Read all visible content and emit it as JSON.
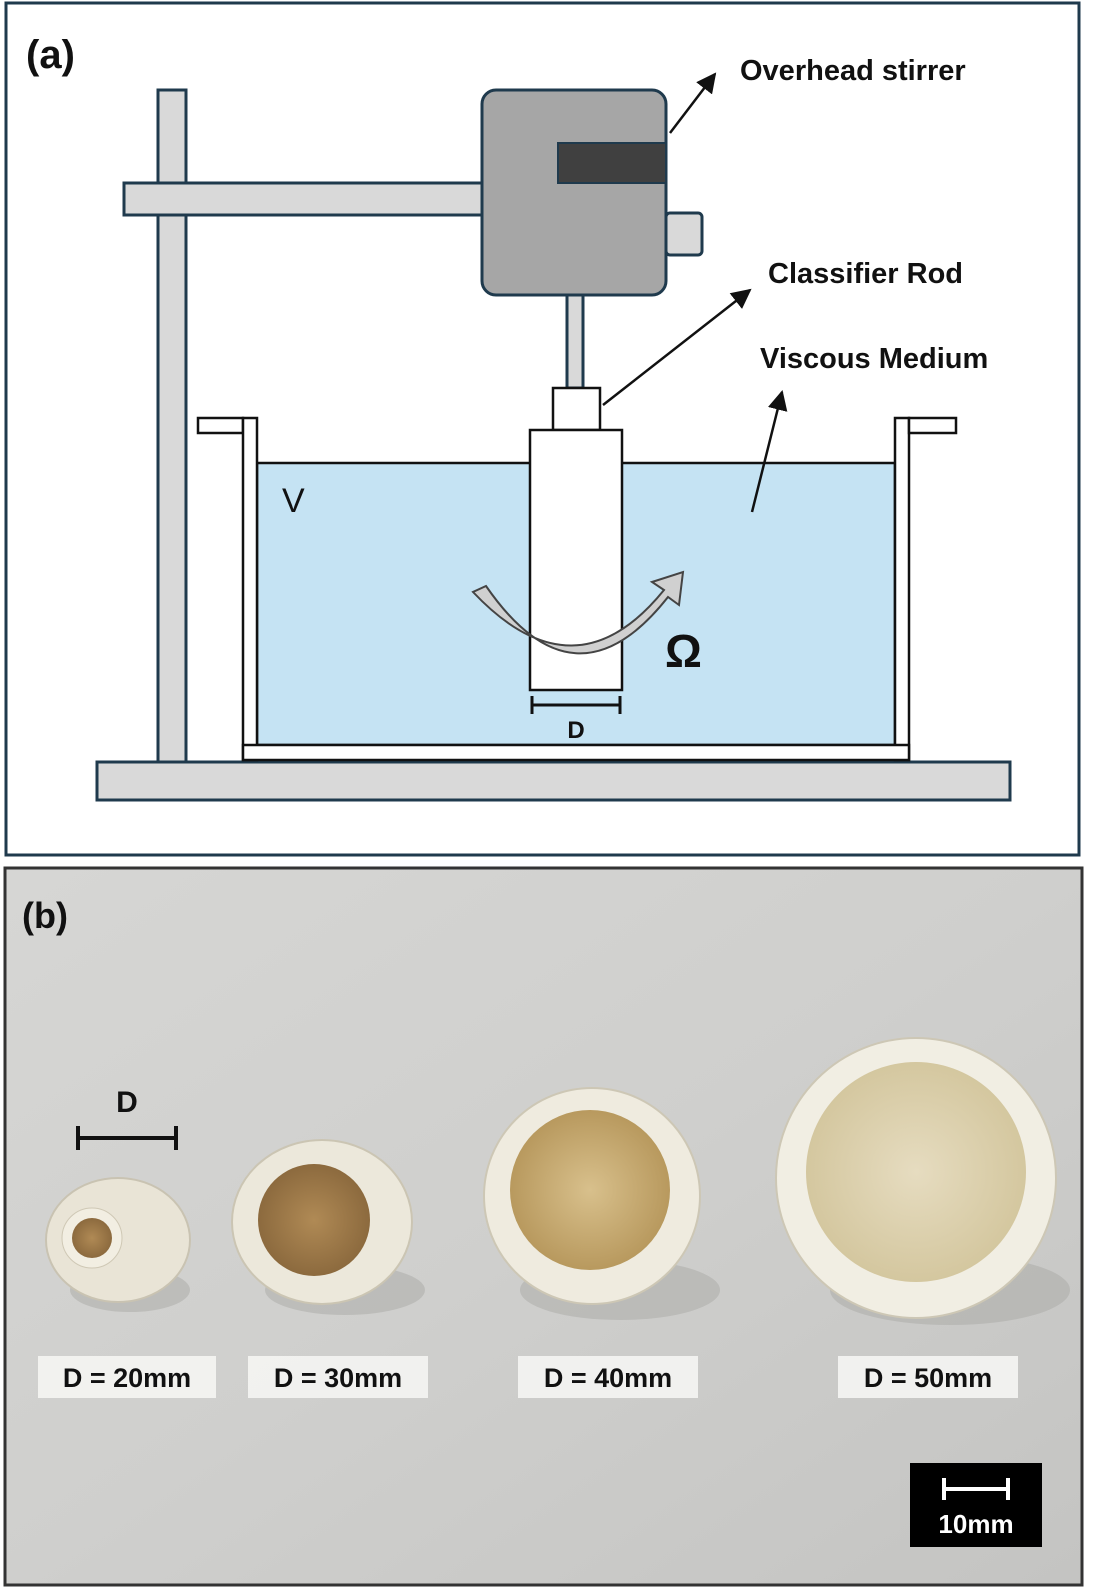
{
  "panel_a": {
    "label": "(a)",
    "labels": {
      "overhead_stirrer": "Overhead stirrer",
      "classifier_rod": "Classifier Rod",
      "viscous_medium": "Viscous Medium",
      "volume_symbol": "V",
      "omega_symbol": "Ω",
      "diameter_symbol": "D"
    },
    "colors": {
      "medium": "#c5e3f3",
      "stirrer": "#a6a6a6",
      "frame": "#1f3a4d",
      "stand": "#d9d9d9"
    }
  },
  "panel_b": {
    "label": "(b)",
    "diameter_symbol": "D",
    "samples": [
      "D = 20mm",
      "D = 30mm",
      "D = 40mm",
      "D = 50mm"
    ],
    "scale_bar": "10mm"
  }
}
